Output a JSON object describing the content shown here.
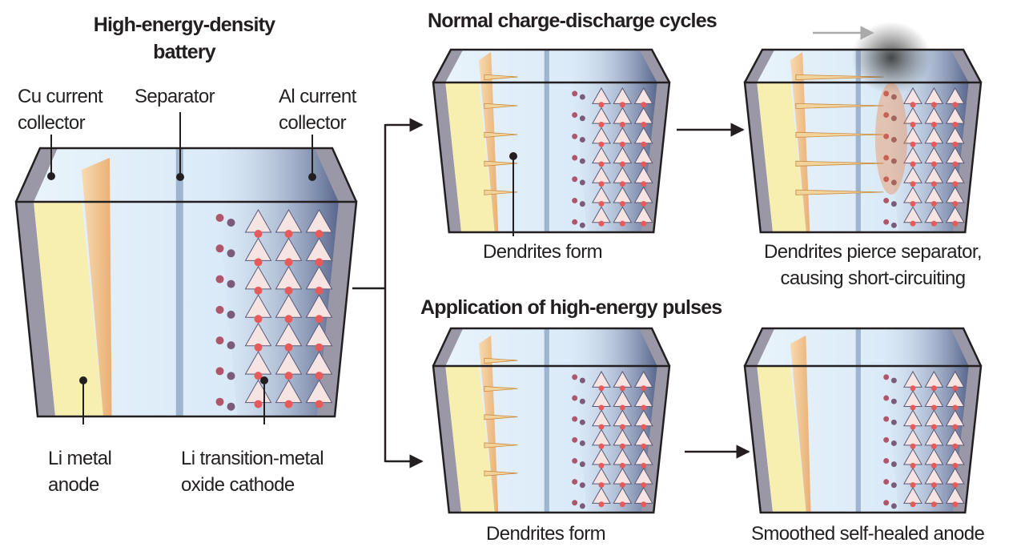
{
  "main": {
    "title_line1": "High-energy-density",
    "title_line2": "battery",
    "labels": {
      "cu_line1": "Cu current",
      "cu_line2": "collector",
      "separator": "Separator",
      "al_line1": "Al current",
      "al_line2": "collector",
      "anode_line1": "Li metal",
      "anode_line2": "anode",
      "cathode_line1": "Li transition-metal",
      "cathode_line2": "oxide cathode"
    }
  },
  "normal": {
    "title": "Normal charge-discharge cycles",
    "step1_caption": "Dendrites form",
    "step2_caption_line1": "Dendrites pierce separator,",
    "step2_caption_line2": "causing short-circuiting"
  },
  "pulses": {
    "title": "Application of high-energy pulses",
    "step1_caption": "Dendrites form",
    "step2_caption": "Smoothed self-healed anode"
  },
  "colors": {
    "anode": "#f7efb0",
    "anode_edge": "#efb877",
    "electrolyte": "#dcecf8",
    "collector": "#9a98a6",
    "cathode_dot": "#e8595a",
    "cathode_shade": "#5a5a78",
    "smoke": "#444444",
    "fire": "#f07a30"
  }
}
